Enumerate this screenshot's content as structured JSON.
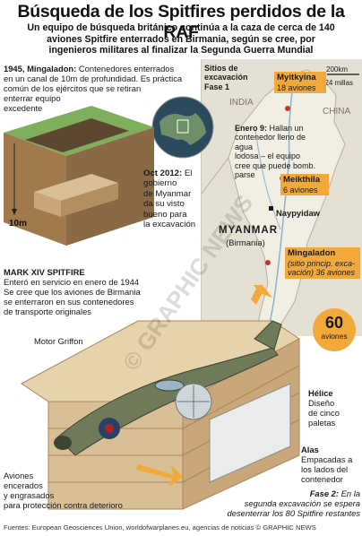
{
  "header": {
    "title": "Búsqueda de los Spitfires perdidos de la RAF",
    "subtitle_lines": [
      "Un equipo de búsqueda británico continúa a la caza de cerca de 140",
      "aviones Spitfire enterrados en Birmania, según se cree, por",
      "ingenieros militares al finalizar la Segunda Guerra Mundial"
    ]
  },
  "intro": {
    "heading": "1945, Mingaladon:",
    "lines": [
      " Contenedores enterrados",
      "en un canal de 10m de profundidad. Es práctica",
      "común de los ejércitos que se retiran",
      "enterrar equipo",
      "excedente"
    ]
  },
  "pit": {
    "depth_label": "10m"
  },
  "oct2012": {
    "heading": "Oct 2012:",
    "lines": [
      " El",
      "gobierno",
      "de Myanmar",
      "da su visto",
      "bueno para",
      "la excavación"
    ]
  },
  "aircraft": {
    "heading": "MARK XIV SPITFIRE",
    "lines": [
      "Enteró en servicio en enero de 1944",
      "Se cree que los aviones de Birmania",
      "se enterraron en sus contenedores",
      "de transporte originales"
    ]
  },
  "labels": {
    "engine": "Motor Griffon",
    "prop_title": "Hélice",
    "prop_lines": [
      "Diseño",
      "de cinco",
      "paletas"
    ],
    "wings_title": "Alas",
    "wings_lines": [
      "Empacadas a",
      "los lados del",
      "contenedor"
    ],
    "waxed_lines": [
      "Aviones",
      "encerados",
      "y engrasados",
      "para protección contra deterioro"
    ],
    "phase2_title": "Fase 2:",
    "phase2_lines": [
      " En la",
      "segunda excavación se espera",
      "desenterrar los 80 Spitfire restantes"
    ]
  },
  "map": {
    "legend_lines": [
      "Sitios de",
      "excavación",
      "Fase 1"
    ],
    "scale_km": "200km",
    "scale_mi": "124 millas",
    "countries": {
      "india": "INDIA",
      "china": "CHINA",
      "myanmar": "MYANMAR",
      "birmania": "(Birmania)"
    },
    "capital": "Naypyidaw",
    "sites": [
      {
        "name": "Myitkyina",
        "count": "18 aviones"
      },
      {
        "name": "Meikthila",
        "count": "6 aviones"
      },
      {
        "name": "Mingaladon",
        "note": "(sitio princip. exca-",
        "count": "vación) 36 aviones"
      }
    ],
    "jan9": {
      "heading": "Enero 9:",
      "lines": [
        " Hallan un",
        "contenedor lleno de agua",
        "lodosa – el equipo",
        "cree que puede bomb. parse"
      ]
    },
    "total": {
      "number": "60",
      "label": "aviones"
    }
  },
  "watermark": "© GRAPHIC NEWS",
  "footer": {
    "source": "Fuentes: European Geosciences Union, worldofwarplanes.eu, agencias de noticias © GRAPHIC NEWS"
  },
  "colors": {
    "accent_orange": "#f2a93a",
    "map_land": "#e4e1d4",
    "river_blue": "#8fb2c9",
    "crate_wood": "#c9a77a",
    "earth_brown": "#8a6a45"
  }
}
